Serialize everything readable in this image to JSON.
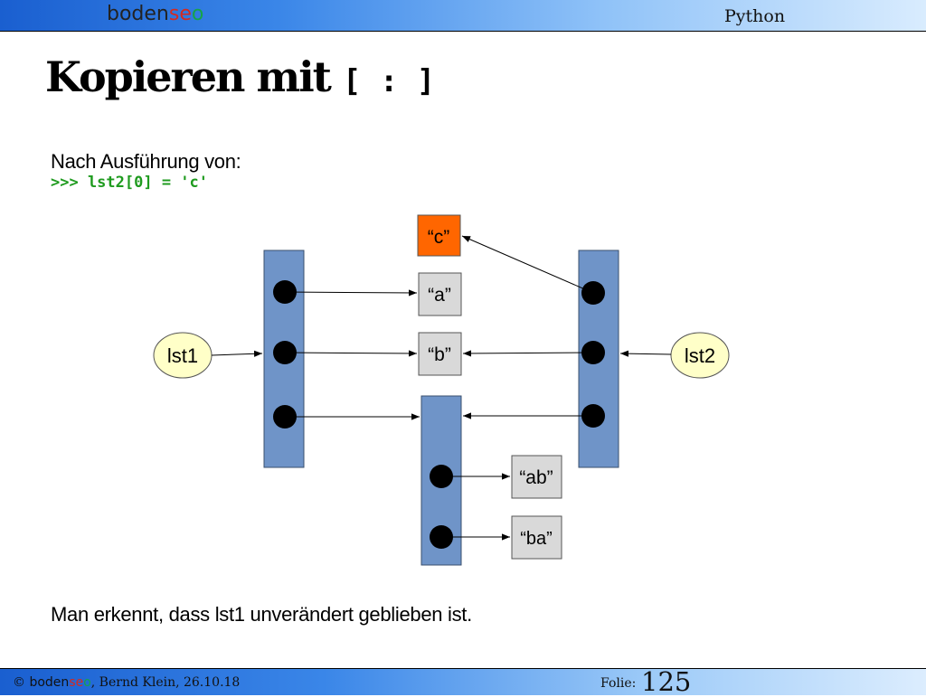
{
  "header": {
    "logo": {
      "part1": "boden",
      "part2": "se",
      "part3": "o"
    },
    "title": "Python"
  },
  "slide": {
    "title": "Kopieren mit",
    "title_code": "[ : ]",
    "intro": "Nach Ausführung von:",
    "code": ">>> lst2[0] = 'c'",
    "conclusion": "Man erkennt, dass lst1 unverändert geblieben ist."
  },
  "diagram": {
    "variables": {
      "lst1": "lst1",
      "lst2": "lst2"
    },
    "strings": {
      "c": "“c”",
      "a": "“a”",
      "b": "“b”",
      "ab": "“ab”",
      "ba": "“ba”"
    }
  },
  "footer": {
    "logo": {
      "part1": "boden",
      "part2": "se",
      "part3": "o"
    },
    "credit": ", Bernd Klein, 26.10.18",
    "folie_label": "Folie:",
    "folie_number": "125"
  },
  "colors": {
    "list_box": "#6f94c8",
    "string_box": "#d9d9d9",
    "changed_box": "#ff6600",
    "variable_bubble": "#ffffc8",
    "code_green": "#1f9b1f"
  }
}
